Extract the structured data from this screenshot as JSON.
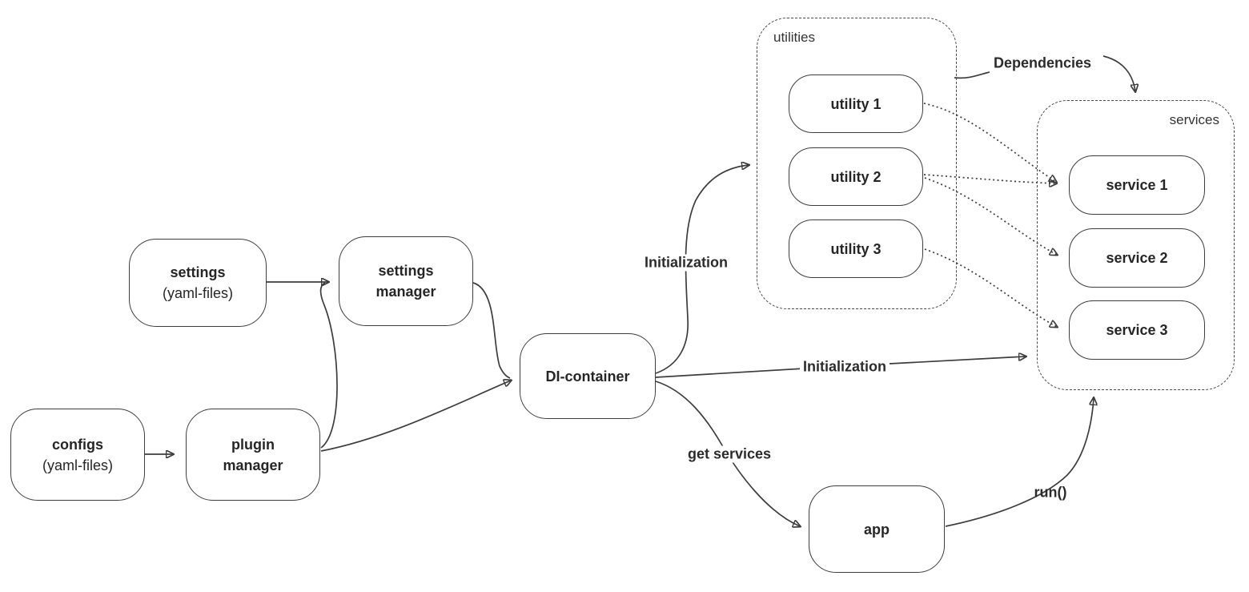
{
  "colors": {
    "background": "#ffffff",
    "stroke": "#3d3d3d",
    "text": "#262626"
  },
  "nodes": {
    "settings": {
      "label": "settings",
      "sublabel": "(yaml-files)"
    },
    "configs": {
      "label": "configs",
      "sublabel": "(yaml-files)"
    },
    "plugin_manager": {
      "label": "plugin\nmanager"
    },
    "settings_manager": {
      "label": "settings\nmanager"
    },
    "di_container": {
      "label": "DI-container"
    },
    "app": {
      "label": "app"
    },
    "utility_1": {
      "label": "utility 1"
    },
    "utility_2": {
      "label": "utility 2"
    },
    "utility_3": {
      "label": "utility 3"
    },
    "service_1": {
      "label": "service 1"
    },
    "service_2": {
      "label": "service 2"
    },
    "service_3": {
      "label": "service 3"
    }
  },
  "groups": {
    "utilities": {
      "label": "utilities"
    },
    "services": {
      "label": "services"
    }
  },
  "edge_labels": {
    "initialization_utilities": "Initialization",
    "initialization_services": "Initialization",
    "get_services": "get services",
    "run": "run()",
    "dependencies": "Dependencies"
  },
  "edges": [
    {
      "from": "settings",
      "to": "settings_manager",
      "style": "solid"
    },
    {
      "from": "configs",
      "to": "plugin_manager",
      "style": "solid"
    },
    {
      "from": "plugin_manager",
      "to": "settings_manager",
      "style": "solid"
    },
    {
      "from": "plugin_manager",
      "to": "di_container",
      "style": "solid"
    },
    {
      "from": "settings_manager",
      "to": "di_container",
      "style": "solid"
    },
    {
      "from": "di_container",
      "to": "utilities",
      "style": "solid",
      "label": "Initialization"
    },
    {
      "from": "di_container",
      "to": "services",
      "style": "solid",
      "label": "Initialization"
    },
    {
      "from": "di_container",
      "to": "app",
      "style": "solid",
      "label": "get services"
    },
    {
      "from": "app",
      "to": "services",
      "style": "solid",
      "label": "run()"
    },
    {
      "from": "utilities",
      "to": "services",
      "style": "callout",
      "label": "Dependencies"
    },
    {
      "from": "utility_1",
      "to": "service_1",
      "style": "dotted"
    },
    {
      "from": "utility_2",
      "to": "service_1",
      "style": "dotted"
    },
    {
      "from": "utility_2",
      "to": "service_2",
      "style": "dotted"
    },
    {
      "from": "utility_3",
      "to": "service_3",
      "style": "dotted"
    }
  ]
}
